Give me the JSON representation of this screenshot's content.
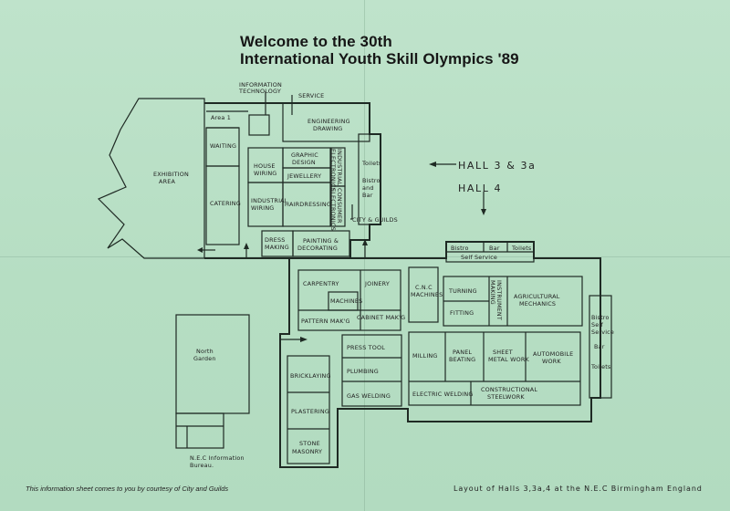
{
  "title": {
    "line1": "Welcome to the 30th",
    "line2": "International Youth Skill Olympics '89"
  },
  "labels": {
    "information_technology_1": "INFORMATION",
    "information_technology_2": "TECHNOLOGY",
    "service": "SERVICE",
    "area1": "Area 1",
    "engineering_drawing_1": "ENGINEERING",
    "engineering_drawing_2": "DRAWING",
    "waiting": "WAITING",
    "graphic_design_1": "GRAPHIC",
    "graphic_design_2": "DESIGN",
    "house_wiring_1": "HOUSE",
    "house_wiring_2": "WIRING",
    "jewellery": "JEWELLERY",
    "industrial_electronics_1": "INDUSTRIAL",
    "industrial_electronics_2": "ELECTRONICS",
    "consumer_electronics_1": "CONSUMER",
    "consumer_electronics_2": "ELECTRONICS",
    "toilets_top": "Toilets",
    "bistro_bar_1": "Bistro",
    "bistro_bar_2": "and",
    "bistro_bar_3": "Bar",
    "exhibition_area_1": "EXHIBITION",
    "exhibition_area_2": "AREA",
    "catering": "CATERING",
    "industrial_wiring_1": "INDUSTRIAL",
    "industrial_wiring_2": "WIRING",
    "hairdressing": "HAIRDRESSING",
    "city_guilds": "CITY & GUILDS",
    "dress_making_1": "DRESS",
    "dress_making_2": "MAKING",
    "painting_decorating_1": "PAINTING &",
    "painting_decorating_2": "DECORATING",
    "hall_3_3a": "HALL  3 & 3a",
    "hall_4": "HALL  4",
    "bistro_mid": "Bistro",
    "bar_mid": "Bar",
    "toilets_mid": "Toilets",
    "self_service": "Self  Service",
    "carpentry": "CARPENTRY",
    "joinery": "JOINERY",
    "machines": "MACHINES",
    "pattern_making": "PATTERN MAK'G",
    "cabinet_making": "CABINET MAK'G",
    "cnc_machines_1": "C.N.C",
    "cnc_machines_2": "MACHINES",
    "turning": "TURNING",
    "fitting": "FITTING",
    "instrument_making_1": "INSTRUMENT",
    "instrument_making_2": "MAKING",
    "agricultural_mechanics_1": "AGRICULTURAL",
    "agricultural_mechanics_2": "MECHANICS",
    "bistro_right_1": "Bistro",
    "bistro_right_2": "Self",
    "bistro_right_3": "Service",
    "bar_right": "Bar",
    "toilets_right": "Toilets",
    "north_garden_1": "North",
    "north_garden_2": "Garden",
    "press_tool": "PRESS TOOL",
    "plumbing": "PLUMBING",
    "gas_welding": "GAS WELDING",
    "milling": "MILLING",
    "panel_beating_1": "PANEL",
    "panel_beating_2": "BEATING",
    "sheet_metal_1": "SHEET",
    "sheet_metal_2": "METAL WORK",
    "automobile_work_1": "AUTOMOBILE",
    "automobile_work_2": "WORK",
    "bricklaying": "BRICKLAYING",
    "electric_welding": "ELECTRIC WELDING",
    "constructional_steelwork_1": "CONSTRUCTIONAL",
    "constructional_steelwork_2": "STEELWORK",
    "plastering": "PLASTERING",
    "stone_masonry_1": "STONE",
    "stone_masonry_2": "MASONRY",
    "nec_info_1": "N.E.C Information",
    "nec_info_2": "Bureau."
  },
  "footer": {
    "courtesy": "This information sheet comes to you by courtesy of City and Guilds",
    "layout": "Layout of Halls  3,3a,4 at the N.E.C Birmingham England"
  },
  "colors": {
    "paper": "#b9e0c6",
    "ink": "#1d2a23"
  }
}
